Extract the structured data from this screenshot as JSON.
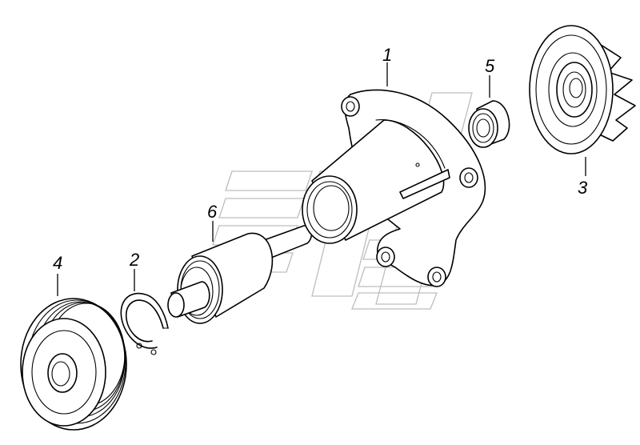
{
  "diagram": {
    "callouts": [
      {
        "id": "1",
        "label": "1",
        "part": "pump-housing"
      },
      {
        "id": "2",
        "label": "2",
        "part": "retaining-ring"
      },
      {
        "id": "3",
        "label": "3",
        "part": "impeller"
      },
      {
        "id": "4",
        "label": "4",
        "part": "pulley"
      },
      {
        "id": "5",
        "label": "5",
        "part": "seal"
      },
      {
        "id": "6",
        "label": "6",
        "part": "shaft-bearing"
      }
    ]
  }
}
